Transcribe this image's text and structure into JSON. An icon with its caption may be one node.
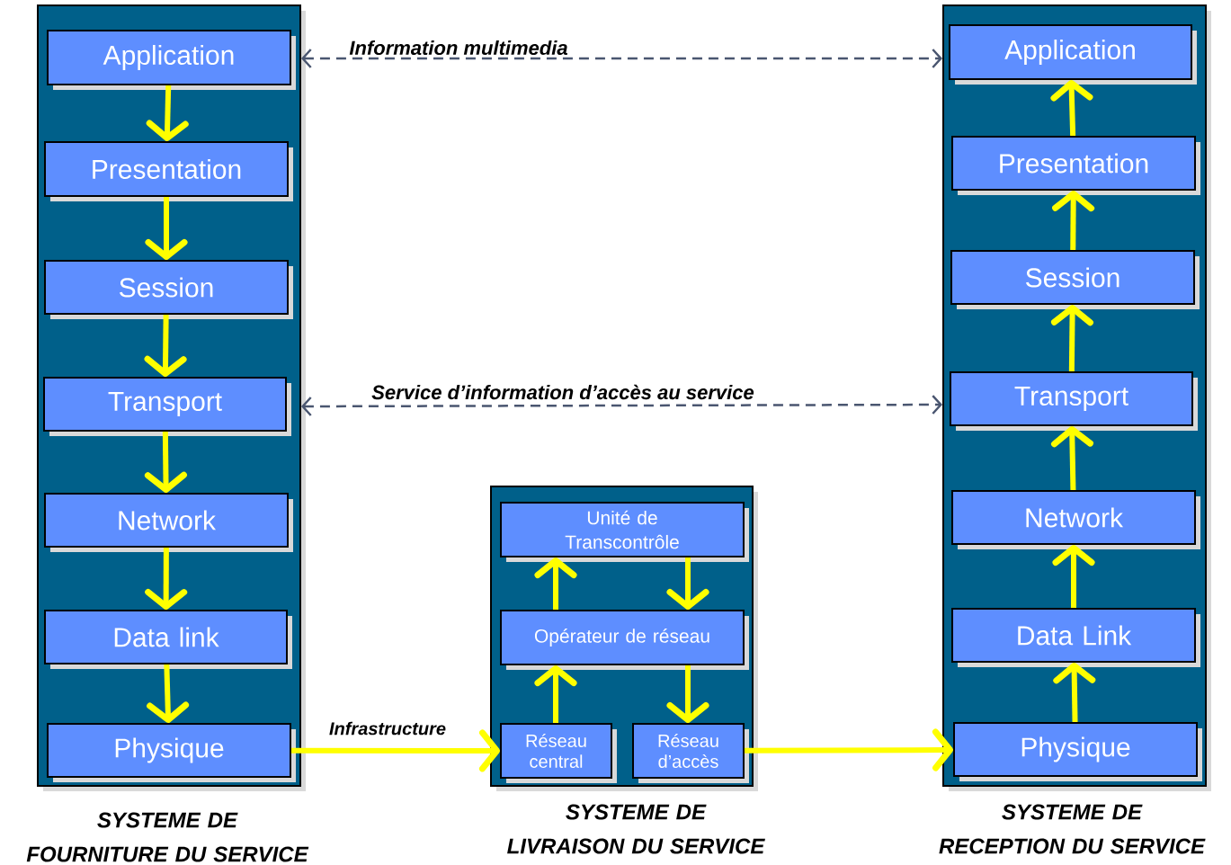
{
  "diagram": {
    "nodes": [
      {
        "text": [
          "SYSTEME DE FOURNITURE DU SERVICE"
        ]
      },
      {
        "text": [
          "Application"
        ],
        "in": 0
      },
      {
        "text": [
          "Presentation"
        ],
        "in": 0
      },
      {
        "text": [
          "Session"
        ],
        "in": 0
      },
      {
        "text": [
          "Transport"
        ],
        "in": 0
      },
      {
        "text": [
          "Network"
        ],
        "in": 0
      },
      {
        "text": [
          "Data link"
        ],
        "in": 0
      },
      {
        "text": [
          "Physique"
        ],
        "in": 0
      },
      {
        "text": [
          "SYSTEME DE LIVRAISON DU SERVICE"
        ]
      },
      {
        "text": [
          "Unité de Transcontrôle"
        ],
        "in": 8
      },
      {
        "text": [
          "Opérateur de réseau"
        ],
        "in": 8
      },
      {
        "text": [
          "Réseau central"
        ],
        "in": 8
      },
      {
        "text": [
          "Réseau d’accès"
        ],
        "in": 8
      },
      {
        "text": [
          "SYSTEME DE RECEPTION DU SERVICE"
        ]
      },
      {
        "text": [
          "Application"
        ],
        "in": 13
      },
      {
        "text": [
          "Presentation"
        ],
        "in": 13
      },
      {
        "text": [
          "Session"
        ],
        "in": 13
      },
      {
        "text": [
          "Transport"
        ],
        "in": 13
      },
      {
        "text": [
          "Network"
        ],
        "in": 13
      },
      {
        "text": [
          "Data Link"
        ],
        "in": 13
      },
      {
        "text": [
          "Physique"
        ],
        "in": 13
      }
    ],
    "edges": [
      {
        "from": 1,
        "to": 2,
        "arrow": "to"
      },
      {
        "from": 2,
        "to": 3,
        "arrow": "to"
      },
      {
        "from": 3,
        "to": 4,
        "arrow": "to"
      },
      {
        "from": 4,
        "to": 5,
        "arrow": "to"
      },
      {
        "from": 5,
        "to": 6,
        "arrow": "to"
      },
      {
        "from": 6,
        "to": 7,
        "arrow": "to"
      },
      {
        "from": 10,
        "to": 9,
        "arrow": "to"
      },
      {
        "from": 9,
        "to": 10,
        "arrow": "to"
      },
      {
        "from": 11,
        "to": 10,
        "arrow": "to"
      },
      {
        "from": 10,
        "to": 12,
        "arrow": "to"
      },
      {
        "from": 20,
        "to": 19,
        "arrow": "to"
      },
      {
        "from": 19,
        "to": 18,
        "arrow": "to"
      },
      {
        "from": 18,
        "to": 17,
        "arrow": "to"
      },
      {
        "from": 17,
        "to": 16,
        "arrow": "to"
      },
      {
        "from": 16,
        "to": 15,
        "arrow": "to"
      },
      {
        "from": 15,
        "to": 14,
        "arrow": "to"
      },
      {
        "from": 0,
        "to": 13,
        "arrow": "both",
        "label": "Information multimedia",
        "style": "dashed",
        "color": "#4a5670"
      },
      {
        "from": 0,
        "to": 13,
        "arrow": "both",
        "label": "Service d’information d’accès au service",
        "style": "dashed",
        "color": "#4a5670"
      },
      {
        "from": 7,
        "to": 11,
        "arrow": "to",
        "label": "Infrastructure"
      },
      {
        "from": 12,
        "to": 20,
        "arrow": "to"
      }
    ]
  }
}
